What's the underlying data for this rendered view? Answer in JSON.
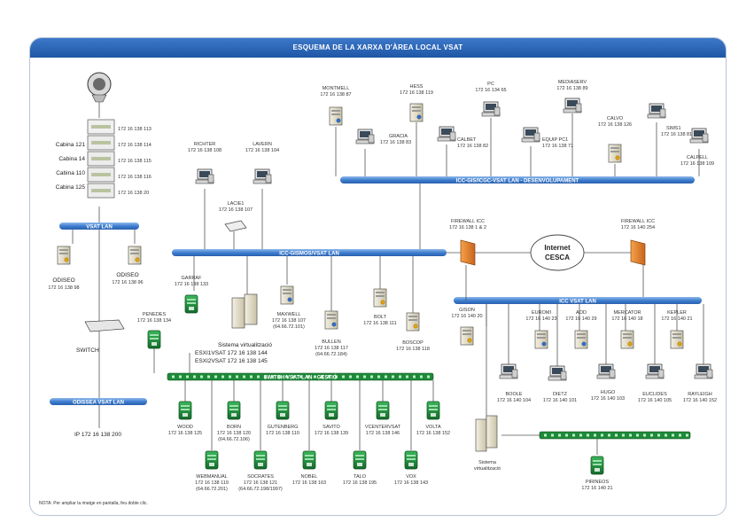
{
  "title": "ESQUEMA DE LA XARXA D'ÀREA LOCAL VSAT",
  "note": "NOTA: Per ampliar la imatge en pantalla, feu doble clic.",
  "colors": {
    "lan_bar": "#3f7fd0",
    "switch_bar": "#1e8a3a",
    "firewall": "#e8862a",
    "server_green": "#1f9a3e",
    "line": "#555555"
  },
  "lans": [
    {
      "label": "VSAT LAN"
    },
    {
      "label": "ICC-GIS/ICGC-VSAT LAN - DESENVOLUPAMENT"
    },
    {
      "label": "ICC-GISMOS/VSAT LAN"
    },
    {
      "label": "ICC VSAT LAN"
    },
    {
      "label": "ODISSEA VSAT LAN"
    },
    {
      "label": "SWITCH VSAT LAN - GESTIÓ"
    }
  ],
  "internet": {
    "line1": "Internet",
    "line2": "CESCA"
  },
  "firewalls": [
    {
      "name": "FIREWALL ICC",
      "ip": "172 16 138 1 & 2"
    },
    {
      "name": "FIREWALL ICC",
      "ip": "172 16 140 254"
    }
  ],
  "cabins": [
    "Cabina 121",
    "Cabina 14",
    "Cabina 110",
    "Cabina 125"
  ],
  "cabin_ips": [
    "172 16 138 113",
    "172 16 138 114",
    "172 16 138 115",
    "172 16 138 116",
    "172 16 138 20"
  ],
  "switch_label": "SWITCH",
  "ip_bottom": "IP 172 16 138 200",
  "dev_odiseo1": {
    "name": "ODISEO",
    "ip": "172 16 138 98"
  },
  "dev_odiseo2": {
    "name": "ODISEO",
    "ip": "172 16 138 96"
  },
  "dev_richter": {
    "name": "RICHTER",
    "ip": "172 16 138 108"
  },
  "dev_lavern": {
    "name": "LAVERN",
    "ip": "172 16 138 104"
  },
  "dev_lacie": {
    "name": "LACIE1",
    "ip": "172 16 138 107"
  },
  "dev_montmell": {
    "name": "MONTMELL",
    "ip": "172 16 138 87"
  },
  "dev_hess": {
    "name": "HESS",
    "ip": "172 16 138 119"
  },
  "dev_pc": {
    "name": "PC",
    "ip": "172 16 134 65"
  },
  "dev_mediaserv": {
    "name": "MEDIASERV",
    "ip": "172 16 138 89"
  },
  "dev_gracia": {
    "name": "GRACIA",
    "ip": "172 16 138 83"
  },
  "dev_calbet": {
    "name": "CALBET",
    "ip": "172 16 138 82"
  },
  "dev_equip": {
    "name": "EQUIP PC1",
    "ip": "172 16 138 71"
  },
  "dev_calvo": {
    "name": "CALVO",
    "ip": "172 16 138 126"
  },
  "dev_sims": {
    "name": "SIMS1",
    "ip": "172 16 138 81"
  },
  "dev_calpell": {
    "name": "CALPELL",
    "ip": "172 16 138 109"
  },
  "dev_garraf": {
    "name": "GARRAF",
    "ip": "172 16 138 133"
  },
  "dev_penedes": {
    "name": "PENEDES",
    "ip": "172 16 138 134"
  },
  "dev_maxwell": {
    "name": "MAXWELL",
    "ip": "172 16 138 107",
    "ip2": "(64.66.72.101)"
  },
  "dev_bullen": {
    "name": "BULLEN",
    "ip": "172 16 138 117",
    "ip2": "(64.66.72.184)"
  },
  "dev_bolt": {
    "name": "BOLT",
    "ip": "172 16 138 111"
  },
  "dev_boscop": {
    "name": "BOSCOP",
    "ip": "172 16 138 118"
  },
  "dev_sistema": {
    "line1": "Sistema virtualització",
    "line2": "ESXI1VSAT   172 16 138 144",
    "line3": "ESXI2VSAT   172 16 138 145"
  },
  "dev_wood": {
    "name": "WOOD",
    "ip": "172 16 138 125"
  },
  "dev_born": {
    "name": "BORN",
    "ip": "172 16 138 120",
    "ip2": "(64.66.72.106)"
  },
  "dev_gutenberg": {
    "name": "GUTENBERG",
    "ip": "172 16 138 110"
  },
  "dev_savito": {
    "name": "SAVITO",
    "ip": "172 16 138 139"
  },
  "dev_vcenter": {
    "name": "VCENTERVSAT",
    "ip": "172 16 138 146"
  },
  "dev_volta": {
    "name": "VOLTA",
    "ip": "172 16 138 152"
  },
  "dev_webmanual": {
    "name": "WEBMANUAL",
    "ip": "172 16 138 119",
    "ip2": "(64.66.72.201)"
  },
  "dev_socrates": {
    "name": "SOCRATES",
    "ip": "172 16 138 121",
    "ip2": "(64.66.72.198/1997)"
  },
  "dev_nobel": {
    "name": "NOBEL",
    "ip": "172 16 138 163"
  },
  "dev_talo": {
    "name": "TALO",
    "ip": "172 16 138 195"
  },
  "dev_vox": {
    "name": "VOX",
    "ip": "172 16 138 143"
  },
  "dev_gison": {
    "name": "GISON",
    "ip": "172 16 140 20"
  },
  "dev_euromi": {
    "name": "EUROMI",
    "ip": "172 16 140 23"
  },
  "dev_aod": {
    "name": "AOD",
    "ip": "172 16 140 29"
  },
  "dev_mercator": {
    "name": "MERCATOR",
    "ip": "172 16 140 18"
  },
  "dev_kepler": {
    "name": "KEPLER",
    "ip": "172 16 140 21"
  },
  "dev_boole": {
    "name": "BOOLE",
    "ip": "172 16 140 104"
  },
  "dev_dietz": {
    "name": "DIETZ",
    "ip": "172 16 140 101"
  },
  "dev_hugo": {
    "name": "HUGO",
    "ip": "172 16 140 103"
  },
  "dev_euclides": {
    "name": "EUCLIDES",
    "ip": "172 16 140 105"
  },
  "dev_rayleigh": {
    "name": "RAYLEIGH",
    "ip": "172 16 140 152"
  },
  "dev_sisvirt": {
    "line1": "Sistema",
    "line2": "virtualització"
  },
  "dev_pirineos": {
    "name": "PIRINEOS",
    "ip": "172 16 140 21"
  }
}
